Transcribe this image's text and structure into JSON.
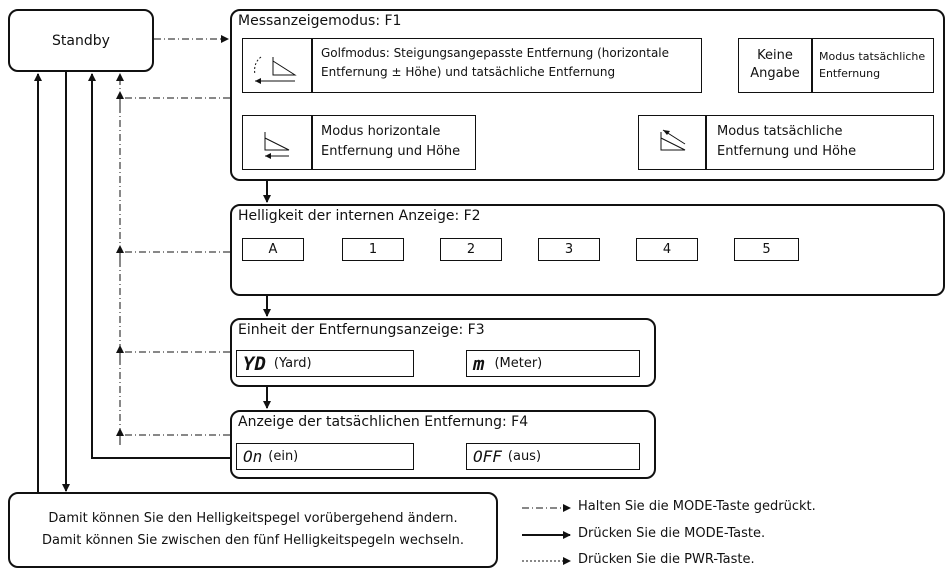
{
  "standby": "Standby",
  "f1": {
    "title": "Messanzeigemodus: F1",
    "golf_text_1": "Golfmodus: Steigungsangepasste Entfernung (horizontale",
    "golf_text_2": "Entfernung ± Höhe) und tatsächliche Entfernung",
    "keine_1": "Keine",
    "keine_2": "Angabe",
    "actual_1": "Modus tatsächliche",
    "actual_2": "Entfernung",
    "horiz_1": "Modus horizontale",
    "horiz_2": "Entfernung und Höhe",
    "actual_h_1": "Modus tatsächliche",
    "actual_h_2": "Entfernung und Höhe",
    "icon_golf": "golf-slope-icon",
    "icon_horizontal": "horizontal-distance-icon",
    "icon_actual": "actual-distance-icon"
  },
  "f2": {
    "title": "Helligkeit der internen Anzeige: F2",
    "levels": [
      "A",
      "1",
      "2",
      "3",
      "4",
      "5"
    ]
  },
  "f3": {
    "title": "Einheit der Entfernungsanzeige: F3",
    "yard_code": "YD",
    "yard_label": "(Yard)",
    "meter_code": "m",
    "meter_label": "(Meter)"
  },
  "f4": {
    "title": "Anzeige der tatsächlichen Entfernung: F4",
    "on_code": "On",
    "on_label": "(ein)",
    "off_code": "OFF",
    "off_label": "(aus)"
  },
  "note": {
    "line1": "Damit können Sie den Helligkeitspegel vorübergehend ändern.",
    "line2": "Damit können Sie zwischen den fünf Helligkeitspegeln wechseln."
  },
  "legend": {
    "hold_mode": "Halten Sie die MODE-Taste gedrückt.",
    "press_mode": "Drücken Sie die MODE-Taste.",
    "press_pwr": "Drücken Sie die PWR-Taste."
  }
}
